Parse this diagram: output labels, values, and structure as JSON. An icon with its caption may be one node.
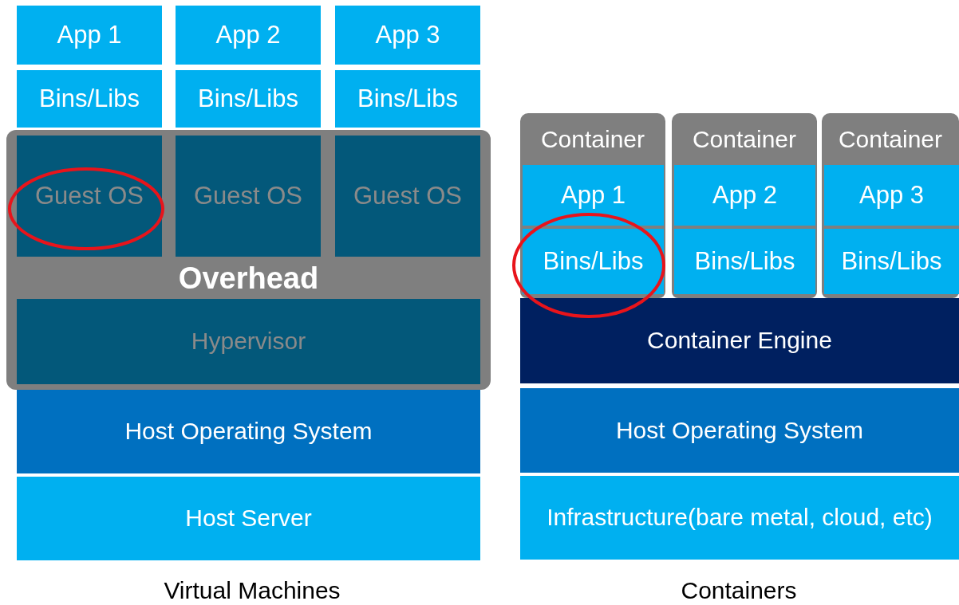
{
  "diagram": {
    "nodes": [
      {
        "text": [
          "App 1"
        ]
      },
      {
        "text": [
          "App 2"
        ]
      },
      {
        "text": [
          "App 3"
        ]
      },
      {
        "text": [
          "Bins/Libs"
        ]
      },
      {
        "text": [
          "Bins/Libs"
        ]
      },
      {
        "text": [
          "Bins/Libs"
        ]
      },
      {
        "text": [
          "Overhead"
        ]
      },
      {
        "text": [
          "Guest OS"
        ],
        "in": 6
      },
      {
        "text": [
          "Guest OS"
        ],
        "in": 6
      },
      {
        "text": [
          "Guest OS"
        ],
        "in": 6
      },
      {
        "text": [
          "Hypervisor"
        ],
        "in": 6
      },
      {
        "text": [
          "Host Operating System"
        ]
      },
      {
        "text": [
          "Host Server"
        ]
      },
      {
        "text": [
          "Container"
        ]
      },
      {
        "text": [
          "App 1"
        ],
        "in": 13
      },
      {
        "text": [
          "Bins/Libs"
        ],
        "in": 13
      },
      {
        "text": [
          "Container"
        ]
      },
      {
        "text": [
          "App 2"
        ],
        "in": 16
      },
      {
        "text": [
          "Bins/Libs"
        ],
        "in": 16
      },
      {
        "text": [
          "Container"
        ]
      },
      {
        "text": [
          "App 3"
        ],
        "in": 19
      },
      {
        "text": [
          "Bins/Libs"
        ],
        "in": 19
      },
      {
        "text": [
          "Container Engine"
        ]
      },
      {
        "text": [
          "Host Operating System"
        ]
      },
      {
        "text": [
          "Infrastructure(bare metal, cloud, etc)"
        ]
      }
    ],
    "labels": [
      "Virtual Machines",
      "Containers"
    ]
  }
}
